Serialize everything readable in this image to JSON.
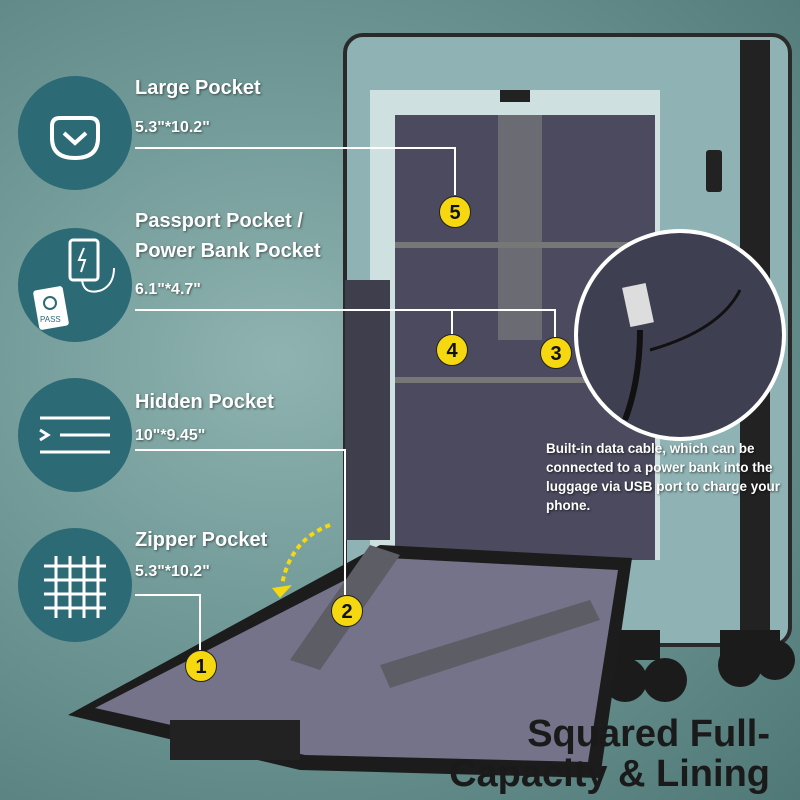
{
  "features": [
    {
      "title": "Large Pocket",
      "size": "5.3\"*10.2\"",
      "icon": "pocket-icon"
    },
    {
      "title_line1": "Passport Pocket /",
      "title_line2": "Power Bank Pocket",
      "size": "6.1\"*4.7\"",
      "icon": "power-bank-passport-icon",
      "passport_label": "PASS"
    },
    {
      "title": "Hidden Pocket",
      "size": "10\"*9.45\"",
      "icon": "hidden-pocket-lines-icon"
    },
    {
      "title": "Zipper Pocket",
      "size": "5.3\"*10.2\"",
      "icon": "grid-icon"
    }
  ],
  "markers": [
    "1",
    "2",
    "3",
    "4",
    "5"
  ],
  "caption": "Built-in data cable, which can be connected to a power bank into the luggage via USB port to charge your phone.",
  "headline": {
    "line1": "Squared Full-",
    "line2": "Capacity & Lining"
  },
  "colors": {
    "icon_circle": "#2c6a76",
    "marker": "#f5d80f",
    "shell": "#8fb3b4",
    "lining": "#4b4a5e"
  }
}
